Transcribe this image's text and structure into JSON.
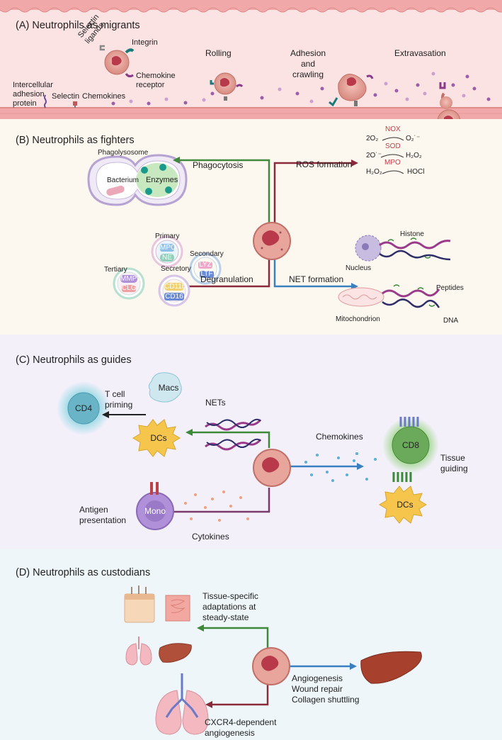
{
  "panel_a": {
    "title": "(A)  Neutrophils as migrants",
    "labels": {
      "selectin_ligands": "Selectin\nligands",
      "integrin": "Integrin",
      "chemokine_receptor": "Chemokine\nreceptor",
      "intercellular_adhesion": "Intercellular\nadhesion\nprotein",
      "selectin": "Selectin",
      "chemokines": "Chemokines",
      "rolling": "Rolling",
      "adhesion": "Adhesion\nand\ncrawling",
      "extravasation": "Extravasation"
    }
  },
  "panel_b": {
    "title": "(B)  Neutrophils as fighters",
    "labels": {
      "phagolysosome": "Phagolysosome",
      "bacterium": "Bacterium",
      "enzymes": "Enzymes",
      "phagocytosis": "Phagocytosis",
      "ros_formation": "ROS formation",
      "nox": "NOX",
      "sod": "SOD",
      "mpo_enzyme": "MPO",
      "eq1_left": "2O₂",
      "eq1_right": "O₂˙⁻",
      "eq2_left": "2O˙⁻",
      "eq2_right": "H₂O₂",
      "eq3_left": "H₂O₂",
      "eq3_right": "HOCl",
      "primary": "Primary",
      "secondary": "Secondary",
      "tertiary": "Tertiary",
      "secretory": "Secretory",
      "mpo": "MPO",
      "ne": "NE",
      "lyz": "LYZ",
      "ltf": "LTF",
      "mmp9": "MMP9",
      "clg": "CLG",
      "cd11b": "CD11b",
      "cd16": "CD16",
      "degranulation": "Degranulation",
      "net_formation": "NET formation",
      "histone": "Histone",
      "nucleus": "Nucleus",
      "peptides": "Peptides",
      "mitochondrion": "Mitochondrion",
      "dna": "DNA"
    }
  },
  "panel_c": {
    "title": "(C)  Neutrophils as guides",
    "labels": {
      "cd4": "CD4",
      "t_cell_priming": "T cell\npriming",
      "macs": "Macs",
      "dcs_left": "DCs",
      "nets": "NETs",
      "chemokines": "Chemokines",
      "cd8": "CD8",
      "dcs_right": "DCs",
      "tissue_guiding": "Tissue\nguiding",
      "mono": "Mono",
      "antigen_presentation": "Antigen\npresentation",
      "cytokines": "Cytokines"
    }
  },
  "panel_d": {
    "title": "(D)  Neutrophils as custodians",
    "labels": {
      "tissue_specific": "Tissue-specific\nadaptations at\nsteady-state",
      "angiogenesis_list": "Angiogenesis\nWound repair\nCollagen shuttling",
      "cxcr4": "CXCR4-dependent\nangiogenesis"
    }
  },
  "colors": {
    "panel_a_bg": "#fbe3e3",
    "panel_b_bg": "#fdf8ef",
    "panel_c_bg": "#f3f0fa",
    "panel_d_bg": "#eef6f9",
    "neutrophil": "#e8a8a0",
    "nucleus": "#b83a4a",
    "green_arrow": "#3f8a3a",
    "red_arrow": "#8b2a3a",
    "blue_arrow": "#3a7fc0",
    "purple_arrow": "#7a3a6a"
  }
}
